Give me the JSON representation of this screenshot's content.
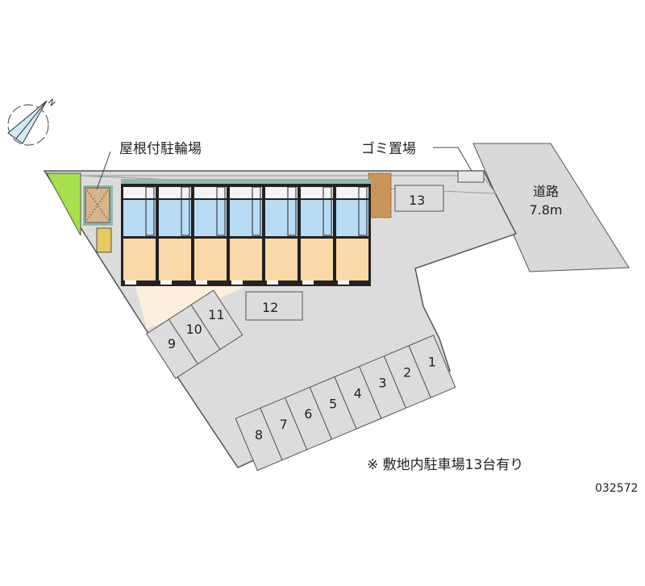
{
  "labels": {
    "bicycle_parking": "屋根付駐輪場",
    "garbage": "ゴミ置場",
    "road_name": "道路",
    "road_width": "7.8m",
    "parking_note": "※ 敷地内駐車場13台有り",
    "property_id": "032572",
    "north": "N"
  },
  "parking_row": [
    "1",
    "2",
    "3",
    "4",
    "5",
    "6",
    "7",
    "8"
  ],
  "parking_side": [
    "9",
    "10",
    "11"
  ],
  "parking_12": "12",
  "parking_13": "13",
  "units": 7,
  "colors": {
    "lot": "#dcdcdc",
    "road": "#d9d9d9",
    "upper_rooms": "#b9dcf5",
    "lower_rooms": "#fbd8a8",
    "green": "#a6e04a",
    "peach": "#fdefdc",
    "teal": "#8fb8ae",
    "bike": "#d9b48a"
  }
}
